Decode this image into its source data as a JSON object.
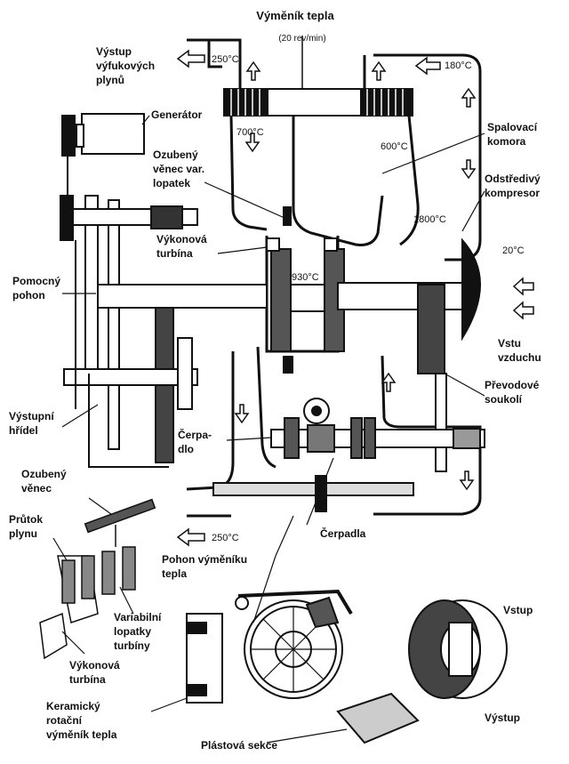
{
  "labels": {
    "heat_exchanger_title": "Výměník tepla",
    "heat_exchanger_speed": "(20 rev/min)",
    "exhaust_outlet_1": "Výstup",
    "exhaust_outlet_2": "výfukových",
    "exhaust_outlet_3": "plynů",
    "generator": "Generátor",
    "var_vanes_gear_1": "Ozubený",
    "var_vanes_gear_2": "věnec var.",
    "var_vanes_gear_3": "lopatek",
    "combustion_1": "Spalovací",
    "combustion_2": "komora",
    "compressor_1": "Odstředivý",
    "compressor_2": "kompresor",
    "power_turbine_1": "Výkonová",
    "power_turbine_2": "turbína",
    "aux_drive_1": "Pomocný",
    "aux_drive_2": "pohon",
    "air_inlet_1": "Vstu",
    "air_inlet_2": "vzduchu",
    "gearbox_1": "Převodové",
    "gearbox_2": "soukolí",
    "output_shaft_1": "Výstupní",
    "output_shaft_2": "hřídel",
    "pump_1": "Čerpa-",
    "pump_2": "dlo",
    "gear_ring_1": "Ozubený",
    "gear_ring_2": "věnec",
    "gas_flow_1": "Průtok",
    "gas_flow_2": "plynu",
    "pumps": "Čerpadla",
    "exchanger_drive_1": "Pohon výměníku",
    "exchanger_drive_2": "tepla",
    "var_blades_1": "Variabilní",
    "var_blades_2": "lopatky",
    "var_blades_3": "turbíny",
    "power_turbine_b_1": "Výkonová",
    "power_turbine_b_2": "turbína",
    "ceramic_1": "Keramický",
    "ceramic_2": "rotační",
    "ceramic_3": "výměník tepla",
    "plate_section": "Plástová sekce",
    "inlet": "Vstup",
    "outlet": "Výstup"
  },
  "temperatures": {
    "t250_top": "250°C",
    "t180": "180°C",
    "t700": "700°C",
    "t600": "600°C",
    "t1800": "1800°C",
    "t930": "930°C",
    "t20": "20°C",
    "t250_bottom": "250°C"
  }
}
